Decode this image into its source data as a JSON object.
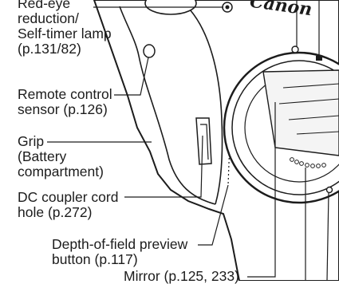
{
  "diagram": {
    "brand_text": "Canon",
    "labels": {
      "red_eye": [
        "Red-eye",
        "reduction/",
        "Self-timer lamp",
        "(p.131/82)"
      ],
      "remote_sensor": [
        "Remote control",
        "sensor (p.126)"
      ],
      "grip": [
        "Grip",
        "(Battery",
        "compartment)"
      ],
      "dc_coupler": [
        "DC coupler cord",
        "hole (p.272)"
      ],
      "dof_preview": [
        "Depth-of-field preview",
        "button (p.117)"
      ],
      "mirror": [
        "Mirror (p.125, 233)"
      ]
    }
  }
}
